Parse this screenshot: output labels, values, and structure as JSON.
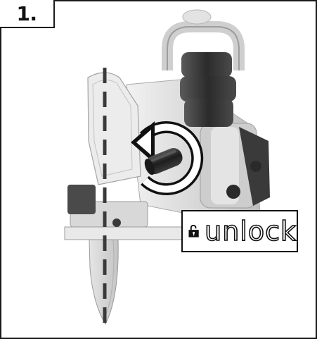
{
  "step": {
    "label": "1."
  },
  "badge": {
    "text": "unlock",
    "icon": "open-padlock-icon"
  },
  "icons": {
    "rotate_arrow": "counterclockwise-arrow-icon",
    "blade_axis": "dashed-center-line",
    "knob": "locking-knob"
  },
  "colors": {
    "frame": "#1a1a1a",
    "tool_light": "#dcdcdc",
    "tool_dark": "#333333",
    "knob": "#1b1b1b",
    "dash": "#3a3a3a"
  }
}
